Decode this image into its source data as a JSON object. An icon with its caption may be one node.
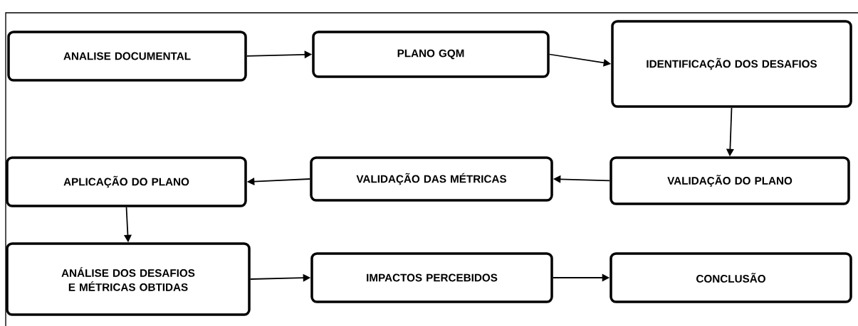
{
  "diagram": {
    "nodes": [
      {
        "text": [
          "ANALISE DOCUMENTAL"
        ]
      },
      {
        "text": [
          "PLANO GQM"
        ]
      },
      {
        "text": [
          "IDENTIFICAÇÃO DOS DESAFIOS"
        ]
      },
      {
        "text": [
          "VALIDAÇÃO DO PLANO"
        ]
      },
      {
        "text": [
          "VALIDAÇÃO DAS MÉTRICAS"
        ]
      },
      {
        "text": [
          "APLICAÇÃO DO PLANO"
        ]
      },
      {
        "text": [
          "ANÁLISE DOS DESAFIOS E MÉTRICAS OBTIDAS"
        ]
      },
      {
        "text": [
          "IMPACTOS PERCEBIDOS"
        ]
      },
      {
        "text": [
          "CONCLUSÃO"
        ]
      }
    ],
    "edges": [
      {
        "from": 0,
        "to": 1,
        "arrow": "to"
      },
      {
        "from": 1,
        "to": 2,
        "arrow": "to"
      },
      {
        "from": 2,
        "to": 3,
        "arrow": "to"
      },
      {
        "from": 3,
        "to": 4,
        "arrow": "to"
      },
      {
        "from": 4,
        "to": 5,
        "arrow": "to"
      },
      {
        "from": 5,
        "to": 6,
        "arrow": "to"
      },
      {
        "from": 6,
        "to": 7,
        "arrow": "to"
      },
      {
        "from": 7,
        "to": 8,
        "arrow": "to"
      }
    ]
  }
}
